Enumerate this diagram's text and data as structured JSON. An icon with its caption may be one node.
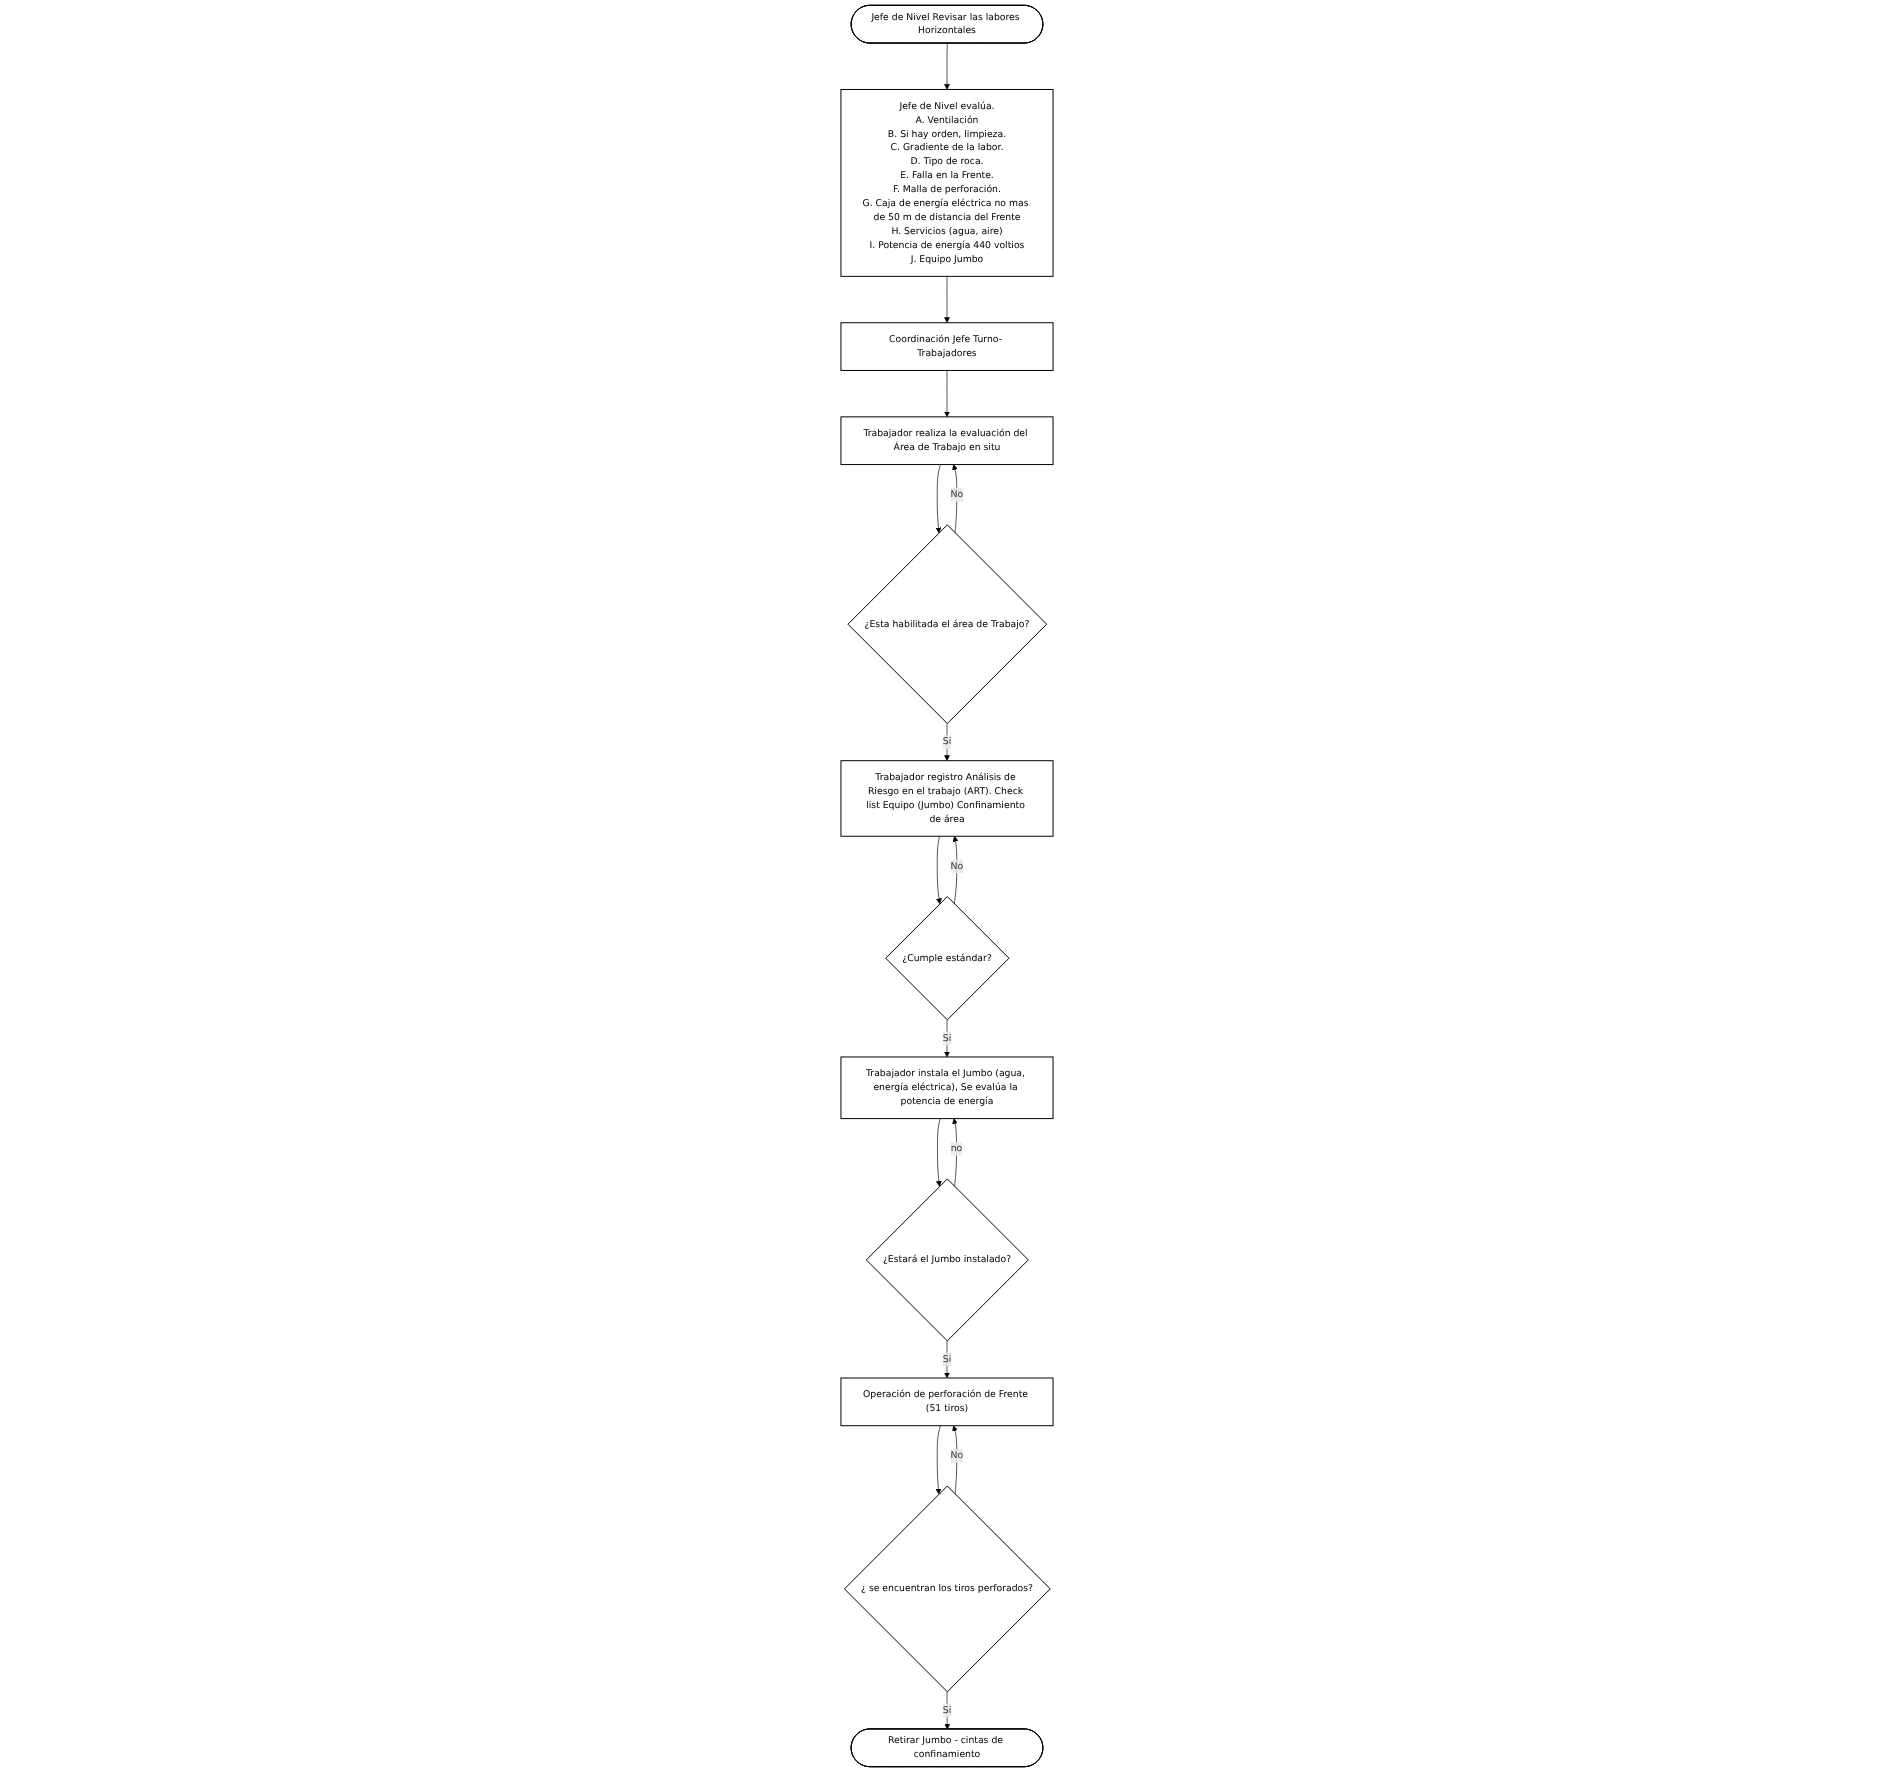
{
  "diagram": {
    "nodes": [
      {
        "text": [
          "Jefe de Nivel Revisar las labores Horizontales"
        ]
      },
      {
        "text": [
          "Jefe de Nivel evalúa.",
          "A. Ventilación",
          "B. Si hay orden, limpieza.",
          "C. Gradiente de la labor.",
          "D. Tipo de roca.",
          "E. Falla en la Frente.",
          "F. Malla de perforación.",
          "G. Caja de energía eléctrica no mas de 50 m de distancia del Frente",
          "H. Servicios (agua, aire)",
          "I. Potencia de energía 440 voltios",
          "J. Equipo Jumbo"
        ]
      },
      {
        "text": [
          "Coordinación Jefe Turno- Trabajadores"
        ]
      },
      {
        "text": [
          "Trabajador realiza la evaluación del Área de Trabajo en situ"
        ]
      },
      {
        "text": [
          "¿Esta habilitada el área de Trabajo?"
        ]
      },
      {
        "text": [
          "Trabajador registro Análisis de Riesgo en el trabajo (ART). Check list Equipo (Jumbo) Confinamiento de área"
        ]
      },
      {
        "text": [
          "¿Cumple estándar?"
        ]
      },
      {
        "text": [
          "Trabajador instala el Jumbo (agua, energía eléctrica), Se evalúa la potencia de energía"
        ]
      },
      {
        "text": [
          "¿Estará el Jumbo instalado?"
        ]
      },
      {
        "text": [
          "Operación de perforación de Frente (51 tiros)"
        ]
      },
      {
        "text": [
          "¿ se encuentran los tiros perforados?"
        ]
      },
      {
        "text": [
          "Retirar Jumbo - cintas de confinamiento"
        ]
      }
    ],
    "edges": [
      {
        "from": 0,
        "to": 1,
        "arrow": "to"
      },
      {
        "from": 1,
        "to": 2,
        "arrow": "to"
      },
      {
        "from": 2,
        "to": 3,
        "arrow": "to"
      },
      {
        "from": 3,
        "to": 4,
        "arrow": "to"
      },
      {
        "from": 4,
        "to": 3,
        "arrow": "to",
        "label": "No"
      },
      {
        "from": 4,
        "to": 5,
        "arrow": "to",
        "label": "Si"
      },
      {
        "from": 5,
        "to": 6,
        "arrow": "to"
      },
      {
        "from": 6,
        "to": 5,
        "arrow": "to",
        "label": "No"
      },
      {
        "from": 6,
        "to": 7,
        "arrow": "to",
        "label": "Si"
      },
      {
        "from": 7,
        "to": 8,
        "arrow": "to"
      },
      {
        "from": 8,
        "to": 7,
        "arrow": "to",
        "label": "no"
      },
      {
        "from": 8,
        "to": 9,
        "arrow": "to",
        "label": "Si"
      },
      {
        "from": 9,
        "to": 10,
        "arrow": "to"
      },
      {
        "from": 10,
        "to": 9,
        "arrow": "to",
        "label": "No"
      },
      {
        "from": 10,
        "to": 11,
        "arrow": "to",
        "label": "Si"
      }
    ]
  }
}
